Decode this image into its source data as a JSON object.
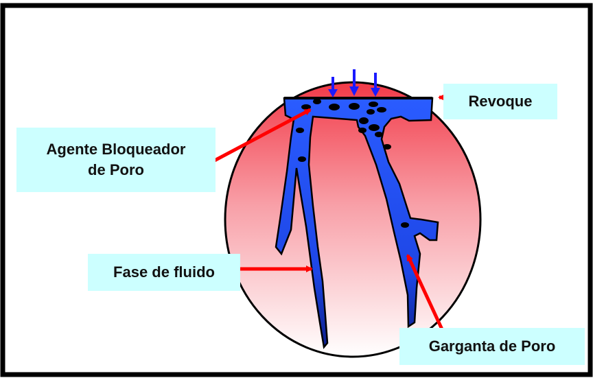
{
  "labels": {
    "revoque": "Revoque",
    "agente_line1": "Agente Bloqueador",
    "agente_line2": "de Poro",
    "fase": "Fase de fluido",
    "garganta": "Garganta de Poro"
  },
  "colors": {
    "frame": "#000000",
    "label_bg": "#ccffff",
    "arrow": "#ff0000",
    "pore_fluid": "#1f4fff",
    "pore_dark": "#0a1a99",
    "flow_arrow": "#1a1aff",
    "circle_top": "#f23a48",
    "circle_bottom": "#ffffff"
  }
}
